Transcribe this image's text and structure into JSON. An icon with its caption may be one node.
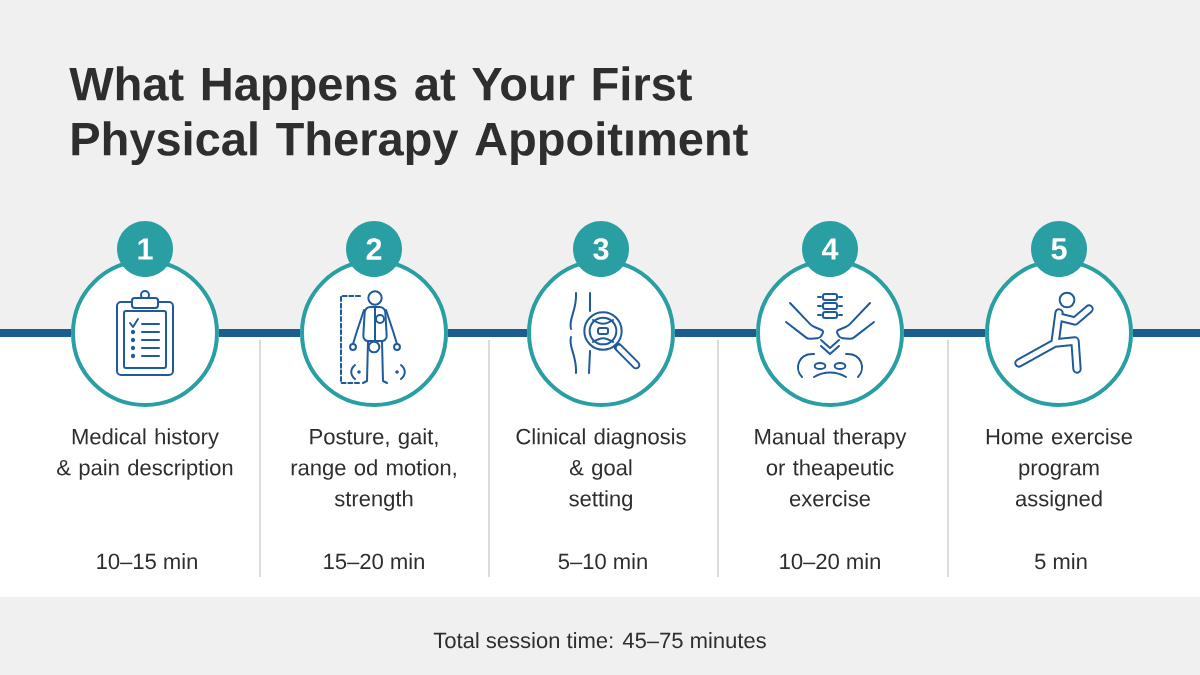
{
  "diagram": {
    "title": "What Happens at Your First Physical Therapy Appoitıment",
    "nodes": [
      {
        "text": [
          "1"
        ]
      },
      {
        "text": [],
        "shape": "circle",
        "beside": [
          "Medical history & pain description"
        ]
      },
      {
        "text": [
          "2"
        ]
      },
      {
        "text": [],
        "shape": "circle",
        "beside": [
          "Posture, gait, range od motion, strength"
        ]
      },
      {
        "text": [
          "3"
        ]
      },
      {
        "text": [],
        "shape": "circle",
        "beside": [
          "Clinical diagnosis & goal setting"
        ]
      },
      {
        "text": [
          "4"
        ]
      },
      {
        "text": [],
        "shape": "circle",
        "beside": [
          "Manual therapy or theapeutic exercise"
        ]
      },
      {
        "text": [
          "5"
        ]
      },
      {
        "text": [],
        "shape": "circle",
        "beside": [
          "Home exercise program assigned"
        ]
      }
    ],
    "edges": [
      {
        "from": null,
        "to": 1,
        "arrow": "none"
      },
      {
        "from": 1,
        "to": 3,
        "arrow": "none"
      },
      {
        "from": 3,
        "to": 5,
        "arrow": "none"
      },
      {
        "from": 5,
        "to": 7,
        "arrow": "none"
      },
      {
        "from": 7,
        "to": 9,
        "arrow": "none"
      },
      {
        "from": 9,
        "to": null,
        "arrow": "none"
      }
    ],
    "labels": [
      "10–15 min",
      "15–20 min",
      "5–10 min",
      "10–20 min",
      "5 min",
      "Total session time: 45–75 minutes"
    ]
  }
}
